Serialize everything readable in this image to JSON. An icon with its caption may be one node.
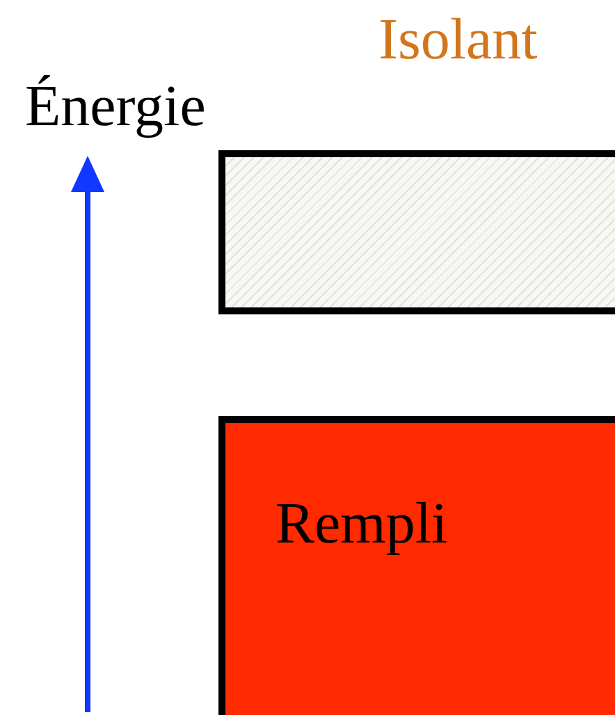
{
  "diagram": {
    "title": "Isolant",
    "nodes": [
      {
        "text": [],
        "shape": "box"
      },
      {
        "text": [
          "Rempli"
        ]
      }
    ],
    "labels": [
      "Énergie"
    ]
  }
}
